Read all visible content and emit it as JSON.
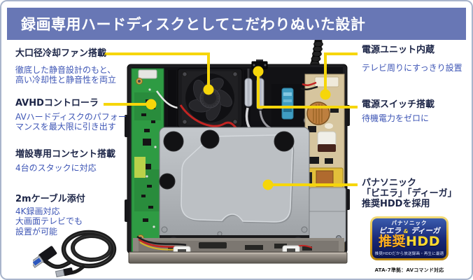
{
  "header": {
    "title": "録画専用ハードディスクとしてこだわりぬいた設計"
  },
  "left_callouts": [
    {
      "title": "大口径冷却ファン搭載",
      "desc": "徹底した静音設計のもと、\n高い冷却性と静音性を両立"
    },
    {
      "title": "AVHDコントローラ",
      "desc": "AVハードディスクのパフォー\nマンスを最大限に引き出す"
    },
    {
      "title": "増設専用コンセント搭載",
      "desc": "4台のスタックに対応"
    },
    {
      "title": "2mケーブル添付",
      "desc": "4K録画対応\n大画面テレビでも\n設置が可能"
    }
  ],
  "right_callouts": [
    {
      "title": "電源ユニット内蔵",
      "desc": "テレビ周りにすっきり設置"
    },
    {
      "title": "電源スイッチ搭載",
      "desc": "待機電力をゼロに"
    },
    {
      "title": "パナソニック\n「ビエラ」「ディーガ」\n推奨HDDを採用"
    }
  ],
  "badge": {
    "brand": "パナソニック",
    "product_left": "ビエラ",
    "amp": "&",
    "product_right": "ディーガ",
    "main_prefix": "推奨",
    "main_suffix": "HDD",
    "note": "推奨HDDだから放送録画・再生に最適",
    "footnote": "ATA-7準拠：AVコマンド対応"
  },
  "colors": {
    "banner_bg": "#6877b5",
    "frame_border": "#a9b5cc",
    "heading_text": "#1c2547",
    "body_text": "#3d55b5",
    "callout_line": "#f6d60a",
    "badge_gold": "#d9a520",
    "badge_navy": "#101d5e"
  },
  "photo": {
    "parts": [
      "cooling-fan",
      "controller-pcb",
      "power-switch",
      "power-unit-psu",
      "hdd-drive",
      "power-cable",
      "usb-cable"
    ]
  }
}
